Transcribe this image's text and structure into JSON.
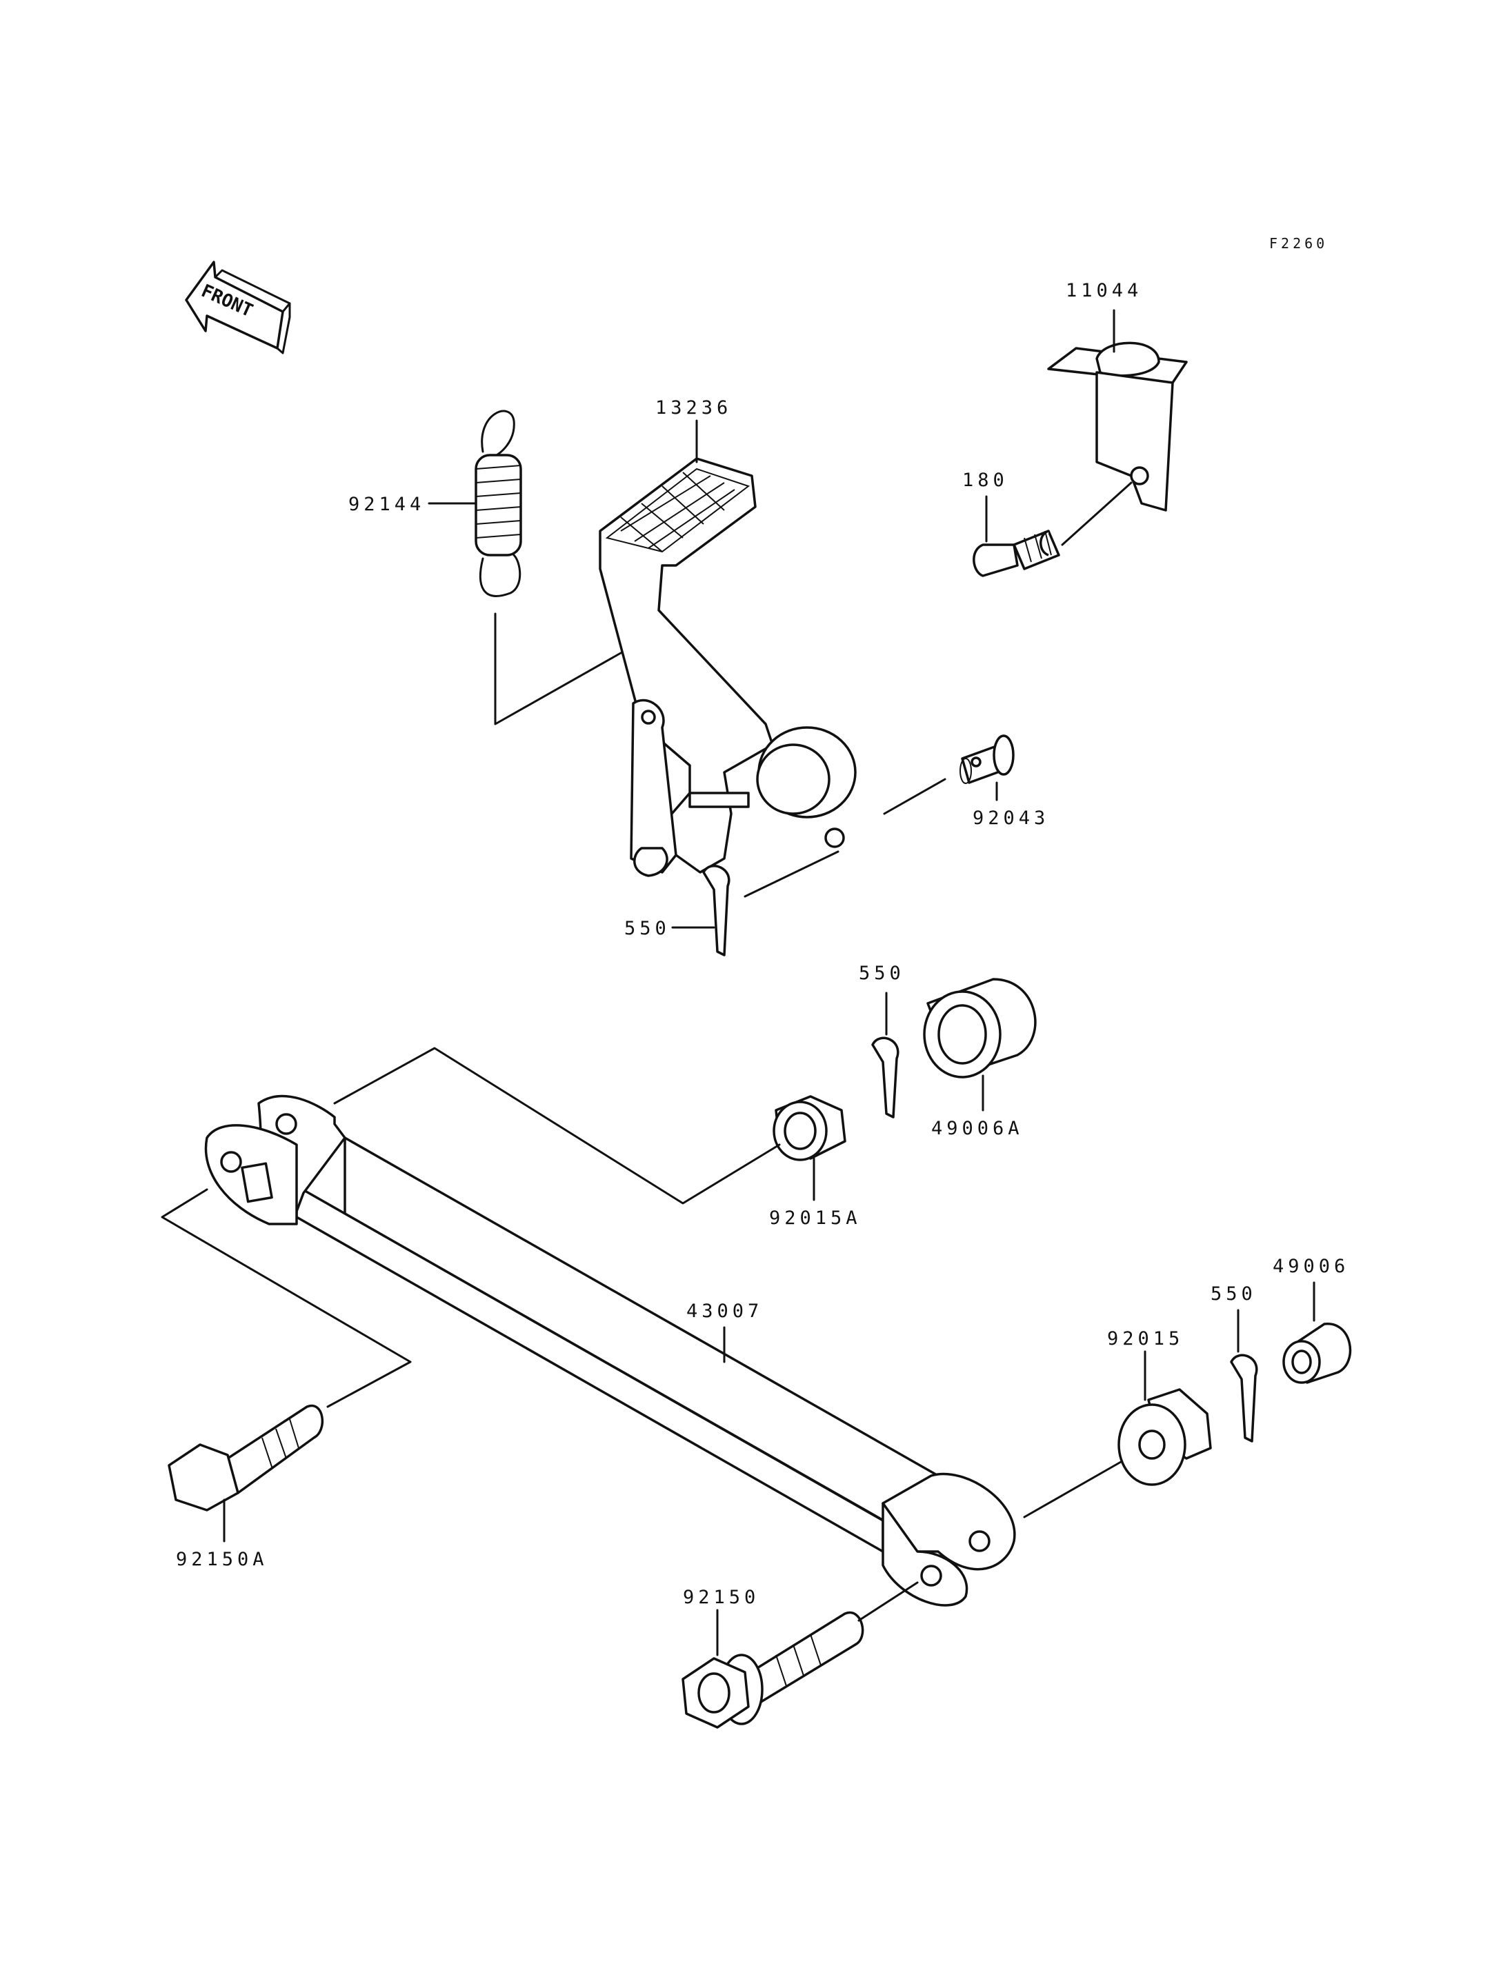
{
  "figure": {
    "ref_code": "F2260",
    "front_arrow_text": "FRONT"
  },
  "parts": [
    {
      "id": "11044",
      "label": "11044"
    },
    {
      "id": "180",
      "label": "180"
    },
    {
      "id": "13236",
      "label": "13236"
    },
    {
      "id": "92144",
      "label": "92144"
    },
    {
      "id": "92043",
      "label": "92043"
    },
    {
      "id": "550-top",
      "label": "550"
    },
    {
      "id": "550-mid",
      "label": "550"
    },
    {
      "id": "49006A",
      "label": "49006A"
    },
    {
      "id": "92015A",
      "label": "92015A"
    },
    {
      "id": "43007",
      "label": "43007"
    },
    {
      "id": "92015",
      "label": "92015"
    },
    {
      "id": "550-low",
      "label": "550"
    },
    {
      "id": "49006",
      "label": "49006"
    },
    {
      "id": "92150A",
      "label": "92150A"
    },
    {
      "id": "92150",
      "label": "92150"
    }
  ]
}
